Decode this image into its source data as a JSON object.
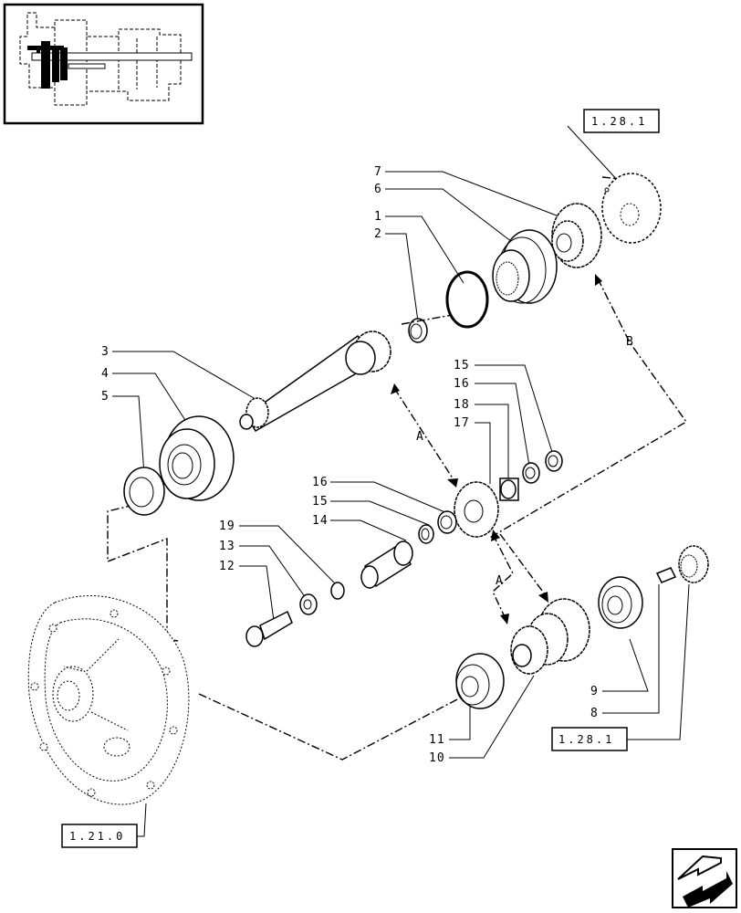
{
  "part_labels": [
    {
      "text": "7"
    },
    {
      "text": "6"
    },
    {
      "text": "1"
    },
    {
      "text": "2"
    },
    {
      "text": "3"
    },
    {
      "text": "4"
    },
    {
      "text": "5"
    },
    {
      "text": "15"
    },
    {
      "text": "16"
    },
    {
      "text": "18"
    },
    {
      "text": "17"
    },
    {
      "text": "16"
    },
    {
      "text": "15"
    },
    {
      "text": "14"
    },
    {
      "text": "19"
    },
    {
      "text": "13"
    },
    {
      "text": "12"
    },
    {
      "text": "9"
    },
    {
      "text": "8"
    },
    {
      "text": "11"
    },
    {
      "text": "10"
    }
  ],
  "references": [
    "1.28.1",
    "1.28.1",
    "1.21.0"
  ],
  "connection_labels": [
    "A",
    "A",
    "B"
  ],
  "nav_button": {
    "icon": "arrow-icon"
  }
}
